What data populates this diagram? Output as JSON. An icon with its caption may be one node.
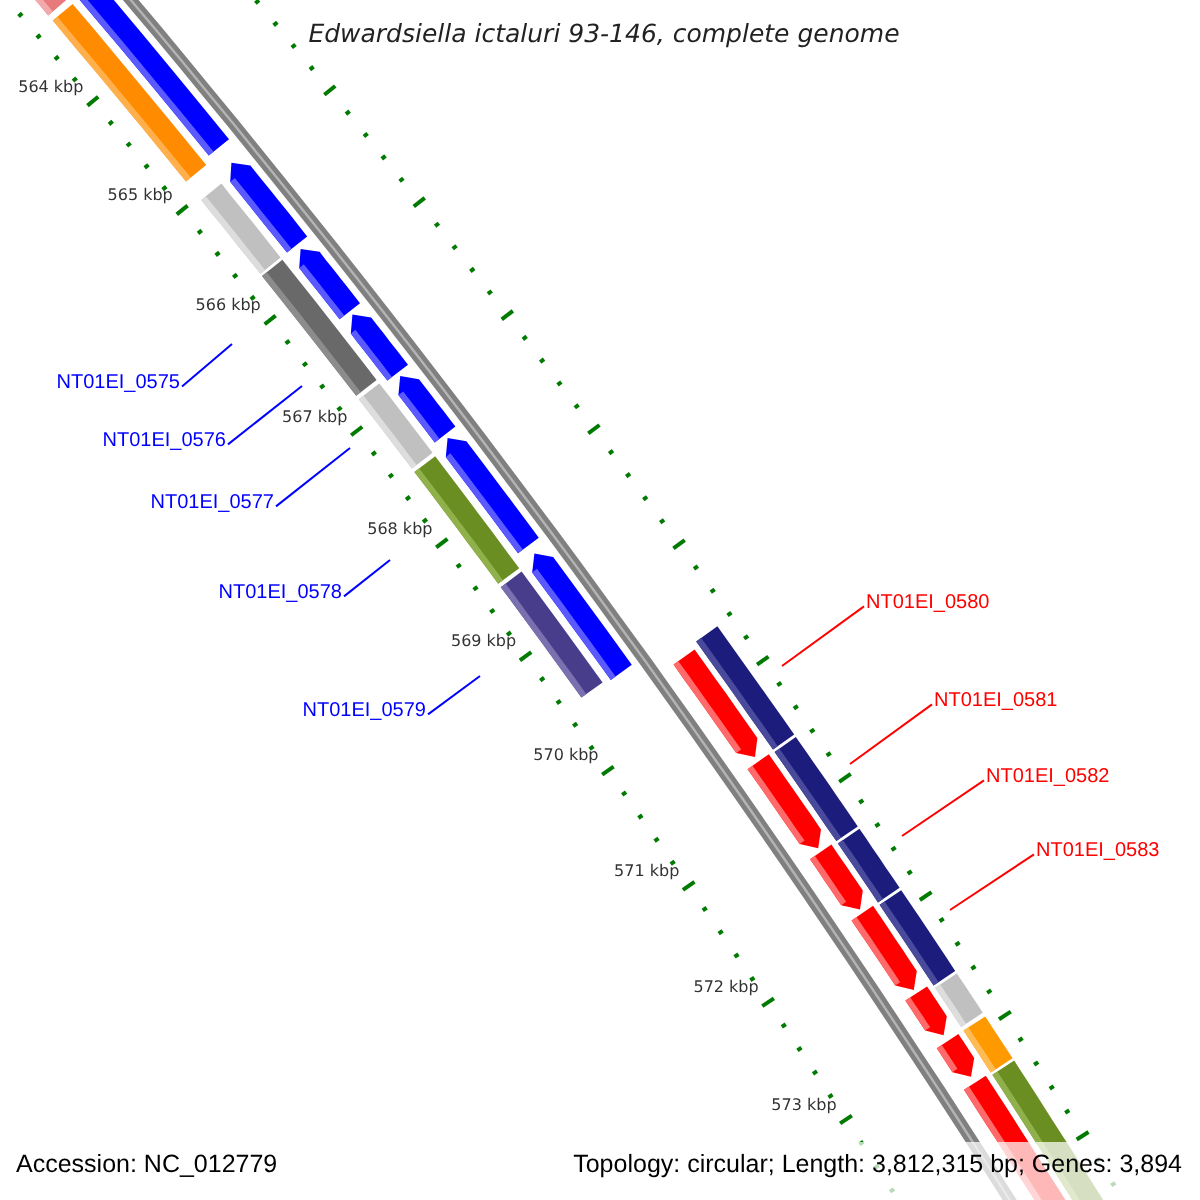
{
  "diagram": {
    "title": "Edwardsiella ictaluri 93-146, complete genome",
    "nodes": [
      {
        "text": [
          "NT01EI_0575"
        ]
      },
      {
        "text": [
          "NT01EI_0576"
        ]
      },
      {
        "text": [
          "NT01EI_0577"
        ]
      },
      {
        "text": [
          "NT01EI_0578"
        ]
      },
      {
        "text": [
          "NT01EI_0579"
        ]
      },
      {
        "text": [
          "NT01EI_0580"
        ]
      },
      {
        "text": [
          "NT01EI_0581"
        ]
      },
      {
        "text": [
          "NT01EI_0582"
        ]
      },
      {
        "text": [
          "NT01EI_0583"
        ]
      }
    ],
    "edges": [
      {
        "from": 0,
        "to": null,
        "arrow": "none"
      },
      {
        "from": 1,
        "to": null,
        "arrow": "none"
      },
      {
        "from": 2,
        "to": null,
        "arrow": "none"
      },
      {
        "from": 3,
        "to": null,
        "arrow": "none"
      },
      {
        "from": 4,
        "to": null,
        "arrow": "none"
      },
      {
        "from": 5,
        "to": null,
        "arrow": "none",
        "color": "#ff0000"
      },
      {
        "from": 6,
        "to": null,
        "arrow": "none",
        "color": "#ff0000"
      },
      {
        "from": 7,
        "to": null,
        "arrow": "none",
        "color": "#ff0000"
      },
      {
        "from": 8,
        "to": null,
        "arrow": "none",
        "color": "#ff0000"
      }
    ],
    "labels": [
      "564 kbp",
      "565 kbp",
      "566 kbp",
      "567 kbp",
      "568 kbp",
      "569 kbp",
      "570 kbp",
      "571 kbp",
      "572 kbp",
      "573 kbp",
      "Accession: NC_012779",
      "Topology: circular; Length: 3,812,315 bp; Genes: 3,894"
    ]
  }
}
